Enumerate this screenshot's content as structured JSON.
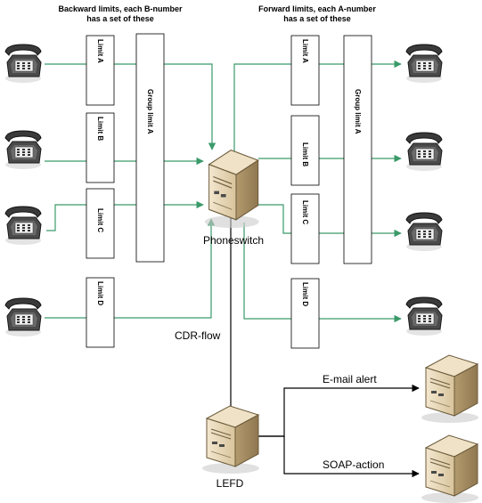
{
  "headers": {
    "backward": [
      "Backward limits, each B-number",
      "has a set of these"
    ],
    "forward": [
      "Forward limits, each A-number",
      "has a set of these"
    ]
  },
  "backward_limits": [
    "Limit A",
    "Limit B",
    "Limit C",
    "Limit D"
  ],
  "forward_limits": [
    "Limit A",
    "Limit B",
    "Limit C",
    "Limit D"
  ],
  "group_limit_left": "Group limit A",
  "group_limit_right": "Group limit A",
  "phoneswitch_label": "Phoneswitch",
  "cdr_flow_label": "CDR-flow",
  "lefd_label": "LEFD",
  "email_alert_label": "E-mail alert",
  "soap_action_label": "SOAP-action",
  "colors": {
    "green_line": "#3a9a6a",
    "black_line": "#000000"
  },
  "icons": [
    "telephone-icon",
    "phoneswitch-server-icon",
    "lefd-server-icon",
    "email-server-icon",
    "soap-server-icon"
  ]
}
